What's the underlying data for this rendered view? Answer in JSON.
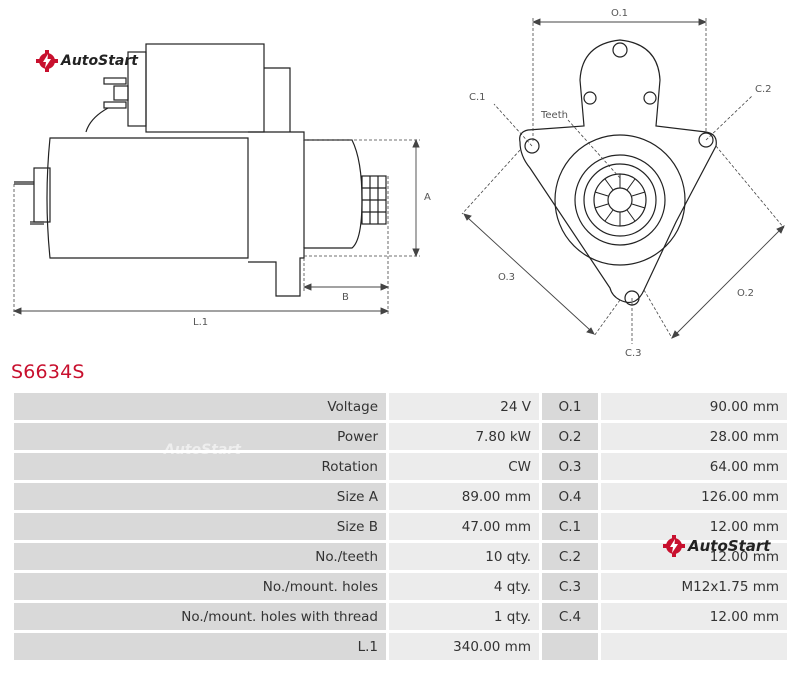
{
  "brand": {
    "name": "AutoStart",
    "accent_color": "#c8102e",
    "icon": "gear-bolt-icon"
  },
  "part_number": "S6634S",
  "diagram": {
    "side_labels": {
      "a": "A",
      "b": "B",
      "l1": "L.1"
    },
    "front_labels": {
      "o1": "O.1",
      "o2": "O.2",
      "o3": "O.3",
      "c1": "C.1",
      "c2": "C.2",
      "c3": "C.3",
      "teeth": "Teeth"
    }
  },
  "specs": [
    {
      "label": "Voltage",
      "value": "24 V",
      "code": "O.1",
      "code_value": "90.00 mm"
    },
    {
      "label": "Power",
      "value": "7.80 kW",
      "code": "O.2",
      "code_value": "28.00 mm"
    },
    {
      "label": "Rotation",
      "value": "CW",
      "code": "O.3",
      "code_value": "64.00 mm"
    },
    {
      "label": "Size A",
      "value": "89.00 mm",
      "code": "O.4",
      "code_value": "126.00 mm"
    },
    {
      "label": "Size B",
      "value": "47.00 mm",
      "code": "C.1",
      "code_value": "12.00 mm"
    },
    {
      "label": "No./teeth",
      "value": "10 qty.",
      "code": "C.2",
      "code_value": "12.00 mm"
    },
    {
      "label": "No./mount. holes",
      "value": "4 qty.",
      "code": "C.3",
      "code_value": "M12x1.75 mm"
    },
    {
      "label": "No./mount. holes with thread",
      "value": "1 qty.",
      "code": "C.4",
      "code_value": "12.00 mm"
    },
    {
      "label": "L.1",
      "value": "340.00 mm",
      "code": "",
      "code_value": ""
    }
  ]
}
